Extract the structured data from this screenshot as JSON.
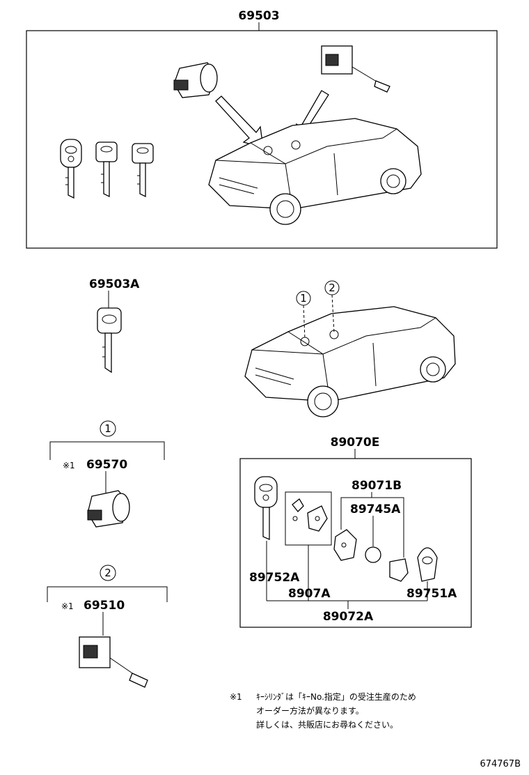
{
  "labels": {
    "assy_top": "69503",
    "key": "69503A",
    "cyl_ign": "69570",
    "cyl_door": "69510",
    "transmitter_assy": "89070E",
    "case_sub": "89071B",
    "battery": "89745A",
    "plate": "89752A",
    "board": "8907A",
    "cover": "89751A",
    "housing": "89072A",
    "note_mark_1": "※1",
    "note_mark_2": "※1",
    "circle_1": "1",
    "circle_2": "2",
    "car_circle_1": "1",
    "car_circle_2": "2",
    "drawing_no": "674767B"
  },
  "note": {
    "mark": "※1",
    "line1": "ｷｰｼﾘﾝﾀﾞは「ｷｰNo.指定」の受注生産のため",
    "line2": "オーダー方法が異なります。",
    "line3": "詳しくは、共販店にお尋ねください。"
  }
}
